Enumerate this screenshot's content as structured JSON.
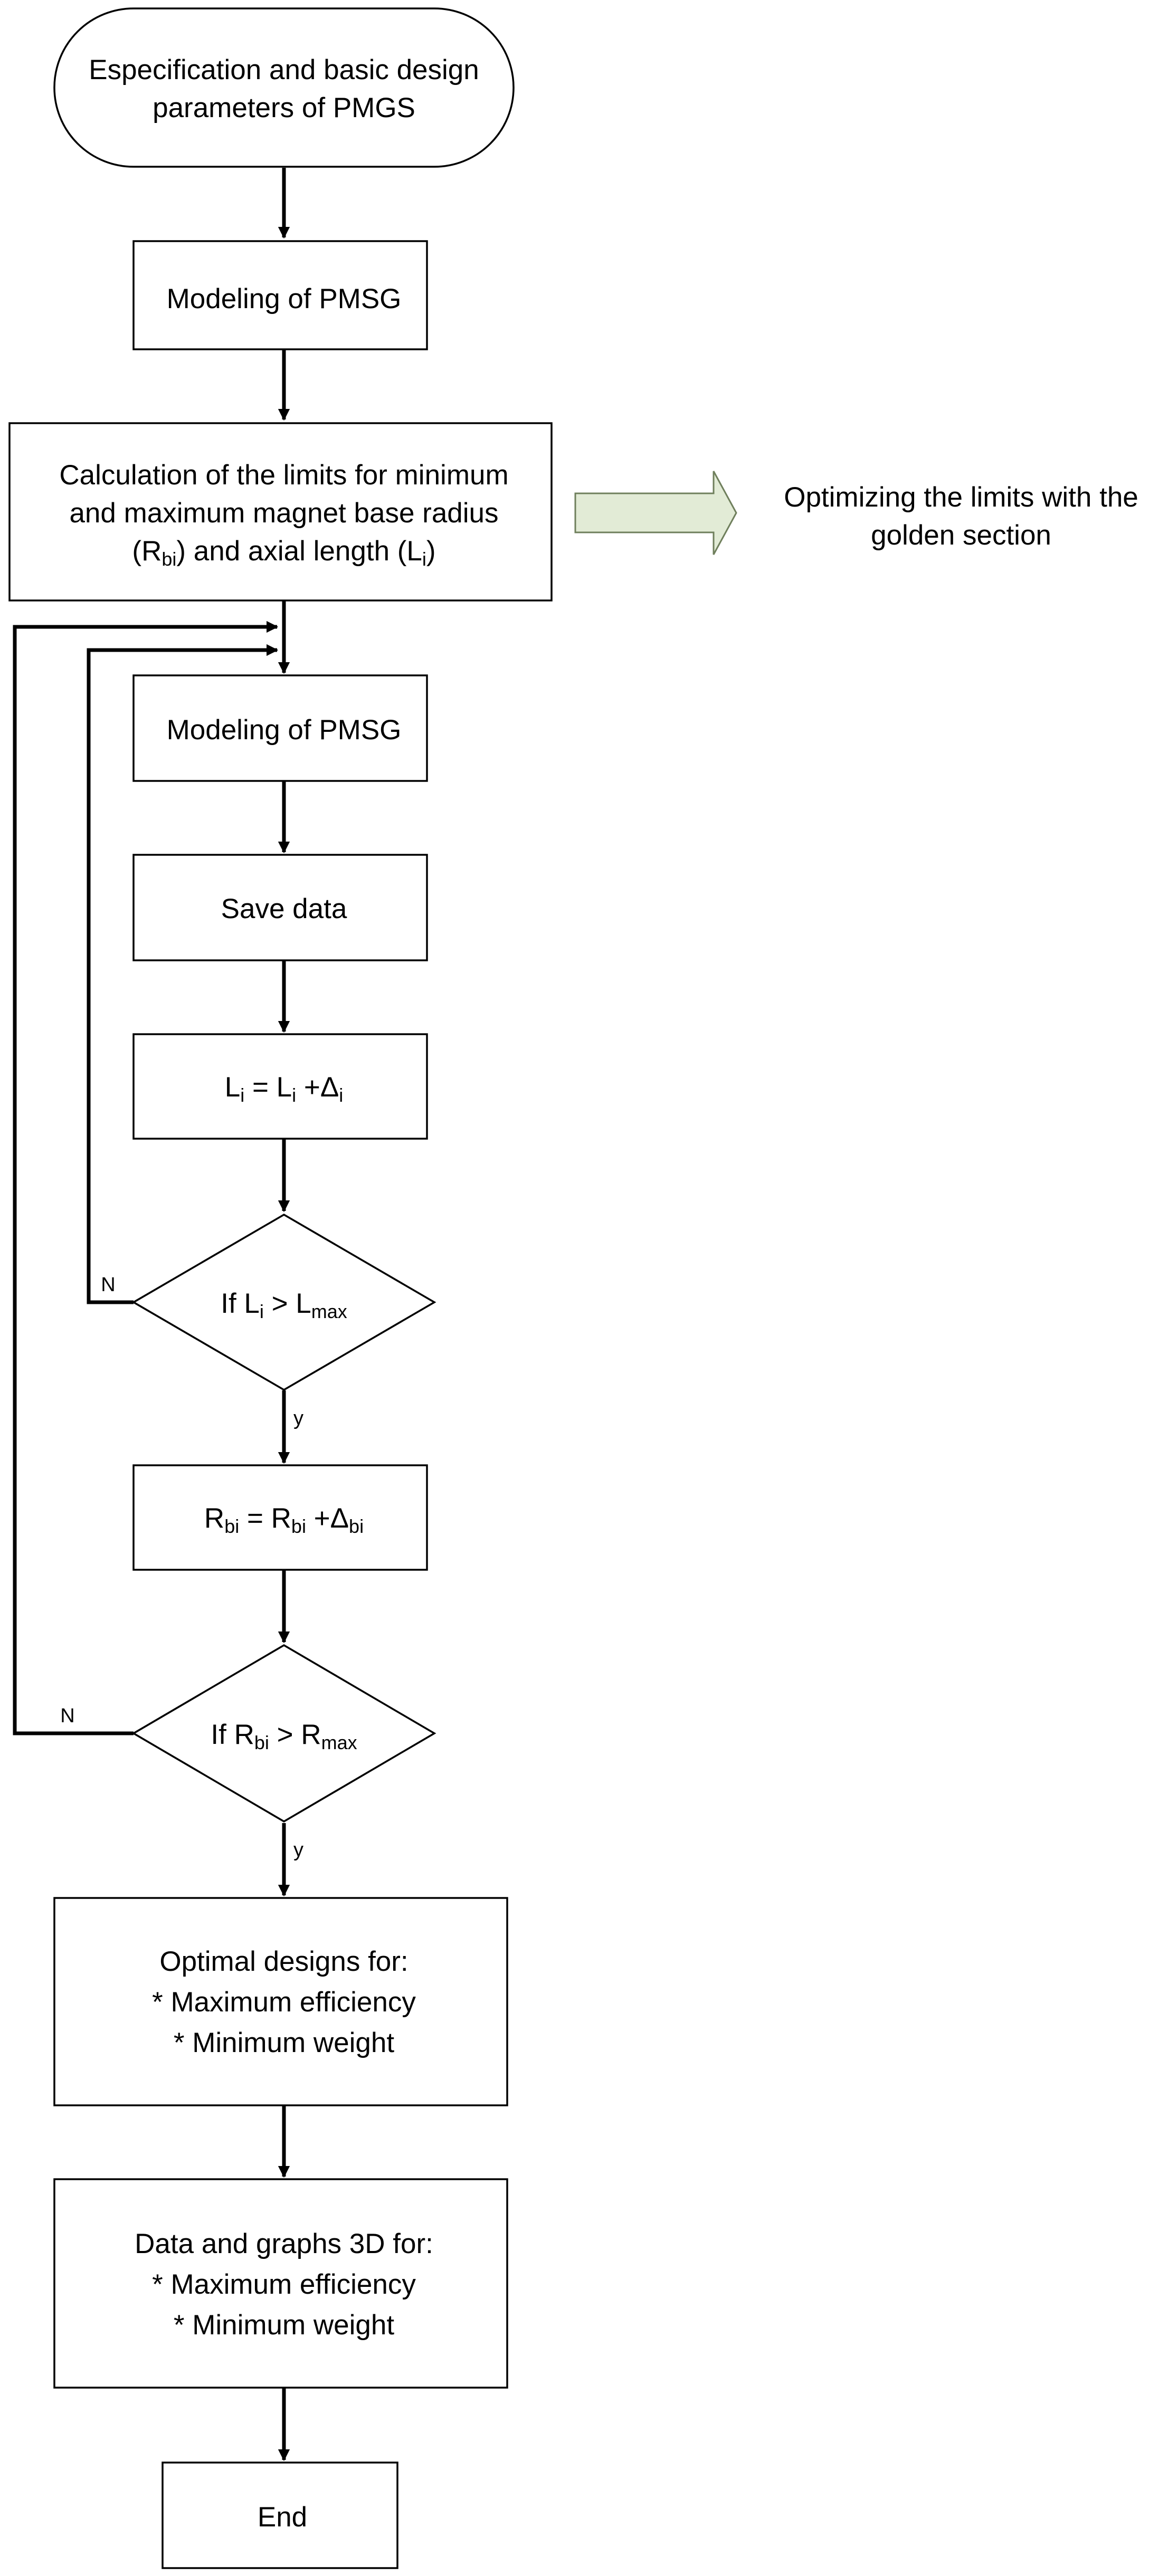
{
  "colors": {
    "stroke": "#000000",
    "fill": "#ffffff",
    "side_arrow_fill": "#e2ebd6",
    "side_arrow_stroke": "#6f7f5c"
  },
  "nodes": {
    "start": {
      "line1": "Especification and basic design",
      "line2": "parameters of PMGS"
    },
    "model1": {
      "label": "Modeling of PMSG"
    },
    "limits": {
      "line1": "Calculation of the limits for minimum",
      "line2": "and maximum magnet base radius",
      "line3_open": "(R",
      "line3_sub1": "bi",
      "line3_mid": ") and axial length (L",
      "line3_sub2": "i",
      "line3_close": ")"
    },
    "side_note": {
      "line1": "Optimizing the limits with the",
      "line2": "golden section"
    },
    "model2": {
      "label": "Modeling of PMSG"
    },
    "save": {
      "label": "Save data"
    },
    "increment_l": {
      "a": "L",
      "a_sub": "i",
      "b": " = L",
      "b_sub": "i",
      "c": " +Δ",
      "c_sub": "i"
    },
    "decision_l": {
      "a": "If L",
      "a_sub": "i",
      "b": " > L",
      "b_sub": "max"
    },
    "increment_r": {
      "a": "R",
      "a_sub": "bi",
      "b": " = R",
      "b_sub": "bi",
      "c": " +Δ",
      "c_sub": "bi"
    },
    "decision_r": {
      "a": "If R",
      "a_sub": "bi",
      "b": " > R",
      "b_sub": "max"
    },
    "optimal": {
      "line1": "Optimal designs for:",
      "line2": "* Maximum efficiency",
      "line3": "* Minimum weight"
    },
    "data3d": {
      "line1": "Data and graphs 3D for:",
      "line2": "* Maximum efficiency",
      "line3": "* Minimum weight"
    },
    "end": {
      "label": "End"
    }
  },
  "edge_labels": {
    "l_no": "N",
    "l_yes": "y",
    "r_no": "N",
    "r_yes": "y"
  }
}
